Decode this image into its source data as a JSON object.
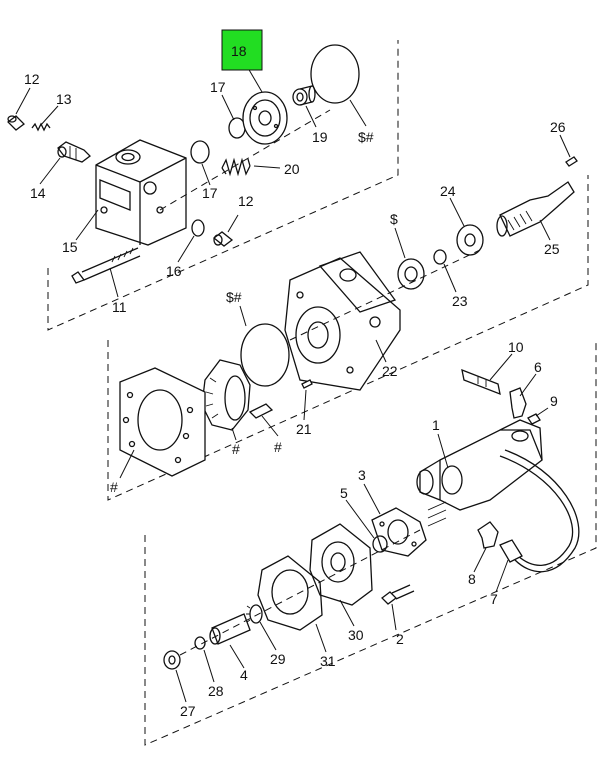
{
  "highlight_color": "#22dd22",
  "callouts": {
    "c18": "18",
    "c12a": "12",
    "c13": "13",
    "c14": "14",
    "c15": "15",
    "c17a": "17",
    "c17b": "17",
    "c19": "19",
    "c20": "20",
    "c12b": "12",
    "c16": "16",
    "c11": "11",
    "cSHa": "$#",
    "c26": "26",
    "c24": "24",
    "cS": "$",
    "c25": "25",
    "c23": "23",
    "cSHb": "$#",
    "c22": "22",
    "c21": "21",
    "cHa": "#",
    "cHb": "#",
    "cHc": "#",
    "c10": "10",
    "c6": "6",
    "c9": "9",
    "c1": "1",
    "c3": "3",
    "c5": "5",
    "c8": "8",
    "c7": "7",
    "c2": "2",
    "c30": "30",
    "c31": "31",
    "c29": "29",
    "c4": "4",
    "c28": "28",
    "c27": "27"
  }
}
